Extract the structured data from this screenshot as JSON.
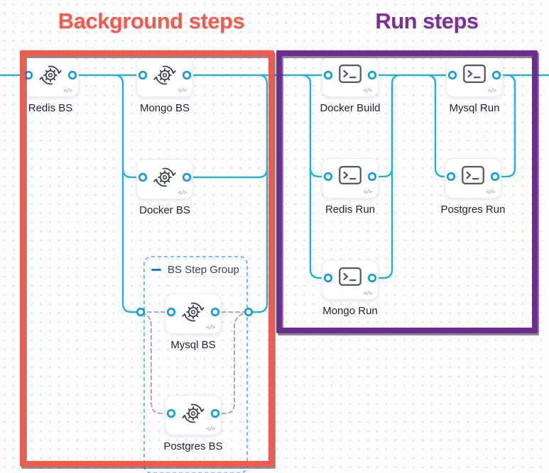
{
  "annotations": {
    "background_title": "Background steps",
    "run_title": "Run steps"
  },
  "step_group": {
    "label": "BS Step Group"
  },
  "code_badge": "</>",
  "nodes": {
    "redis_bs": {
      "label": "Redis BS",
      "type": "background"
    },
    "mongo_bs": {
      "label": "Mongo BS",
      "type": "background"
    },
    "docker_bs": {
      "label": "Docker BS",
      "type": "background"
    },
    "mysql_bs": {
      "label": "Mysql BS",
      "type": "background"
    },
    "postgres_bs": {
      "label": "Postgres BS",
      "type": "background"
    },
    "docker_build": {
      "label": "Docker Build",
      "type": "run"
    },
    "mysql_run": {
      "label": "Mysql Run",
      "type": "run"
    },
    "redis_run": {
      "label": "Redis Run",
      "type": "run"
    },
    "postgres_run": {
      "label": "Postgres Run",
      "type": "run"
    },
    "mongo_run": {
      "label": "Mongo Run",
      "type": "run"
    }
  },
  "colors": {
    "background_accent": "#fb584c",
    "run_accent": "#7b2f9e",
    "flow_line": "#14b1e9",
    "port_ring": "#089be3",
    "group_border": "#35b9ea",
    "group_inner_dash": "#9fa1b6"
  }
}
